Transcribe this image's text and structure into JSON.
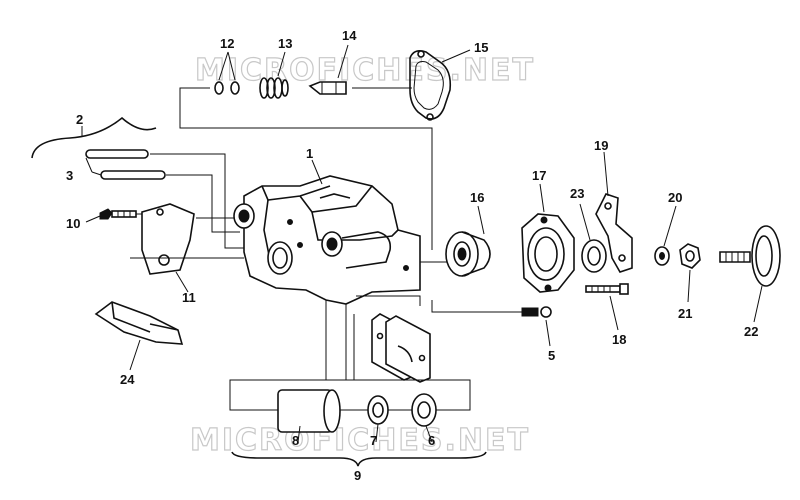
{
  "watermark": "MICROFICHES.NET",
  "callouts": [
    {
      "id": "c1",
      "label": "1"
    },
    {
      "id": "c2",
      "label": "2"
    },
    {
      "id": "c3",
      "label": "3"
    },
    {
      "id": "c5",
      "label": "5"
    },
    {
      "id": "c6",
      "label": "6"
    },
    {
      "id": "c7",
      "label": "7"
    },
    {
      "id": "c8",
      "label": "8"
    },
    {
      "id": "c9",
      "label": "9"
    },
    {
      "id": "c10",
      "label": "10"
    },
    {
      "id": "c11",
      "label": "11"
    },
    {
      "id": "c12",
      "label": "12"
    },
    {
      "id": "c13",
      "label": "13"
    },
    {
      "id": "c14",
      "label": "14"
    },
    {
      "id": "c15",
      "label": "15"
    },
    {
      "id": "c16",
      "label": "16"
    },
    {
      "id": "c17",
      "label": "17"
    },
    {
      "id": "c18",
      "label": "18"
    },
    {
      "id": "c19",
      "label": "19"
    },
    {
      "id": "c20",
      "label": "20"
    },
    {
      "id": "c21",
      "label": "21"
    },
    {
      "id": "c22",
      "label": "22"
    },
    {
      "id": "c23",
      "label": "23"
    },
    {
      "id": "c24",
      "label": "24"
    }
  ]
}
